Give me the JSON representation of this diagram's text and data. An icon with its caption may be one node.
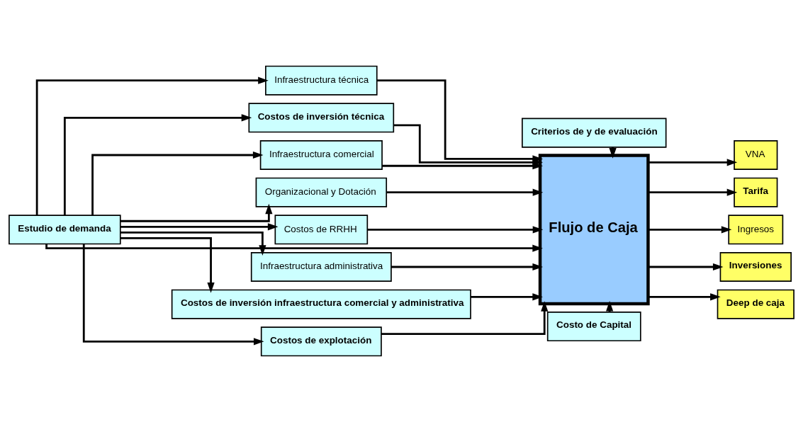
{
  "diagram": {
    "nodes": [
      {
        "text": [
          "Estudio de demanda"
        ]
      },
      {
        "text": [
          "Infraestructura técnica"
        ]
      },
      {
        "text": [
          "Costos de inversión técnica"
        ]
      },
      {
        "text": [
          "Infraestructura comercial"
        ]
      },
      {
        "text": [
          "Organizacional y Dotación"
        ]
      },
      {
        "text": [
          "Costos de RRHH"
        ]
      },
      {
        "text": [
          "Infraestructura administrativa"
        ]
      },
      {
        "text": [
          "Costos de inversión infraestructura comercial y administrativa"
        ]
      },
      {
        "text": [
          "Costos de explotación"
        ]
      },
      {
        "text": [
          "Criterios de y de evaluación"
        ]
      },
      {
        "text": [
          "Flujo de Caja"
        ]
      },
      {
        "text": [
          "Costo de Capital"
        ]
      },
      {
        "text": [
          "VNA"
        ]
      },
      {
        "text": [
          "Tarifa"
        ]
      },
      {
        "text": [
          "Ingresos"
        ]
      },
      {
        "text": [
          "Inversiones"
        ]
      },
      {
        "text": [
          "Deep de caja"
        ]
      }
    ],
    "edges": [
      {
        "from": 0,
        "to": 1,
        "arrow": "to"
      },
      {
        "from": 0,
        "to": 2,
        "arrow": "to"
      },
      {
        "from": 0,
        "to": 3,
        "arrow": "to"
      },
      {
        "from": 0,
        "to": 4,
        "arrow": "to"
      },
      {
        "from": 0,
        "to": 5,
        "arrow": "to"
      },
      {
        "from": 0,
        "to": 6,
        "arrow": "to"
      },
      {
        "from": 0,
        "to": 7,
        "arrow": "to"
      },
      {
        "from": 0,
        "to": 8,
        "arrow": "to"
      },
      {
        "from": 0,
        "to": 10,
        "arrow": "to"
      },
      {
        "from": 1,
        "to": 10,
        "arrow": "to"
      },
      {
        "from": 2,
        "to": 10,
        "arrow": "to"
      },
      {
        "from": 3,
        "to": 10,
        "arrow": "to"
      },
      {
        "from": 4,
        "to": 10,
        "arrow": "to"
      },
      {
        "from": 5,
        "to": 10,
        "arrow": "to"
      },
      {
        "from": 6,
        "to": 10,
        "arrow": "to"
      },
      {
        "from": 7,
        "to": 10,
        "arrow": "to"
      },
      {
        "from": 8,
        "to": 10,
        "arrow": "to"
      },
      {
        "from": 9,
        "to": 10,
        "arrow": "to"
      },
      {
        "from": 11,
        "to": 10,
        "arrow": "to"
      },
      {
        "from": 10,
        "to": 12,
        "arrow": "to"
      },
      {
        "from": 10,
        "to": 13,
        "arrow": "to"
      },
      {
        "from": 10,
        "to": 14,
        "arrow": "to"
      },
      {
        "from": 10,
        "to": 15,
        "arrow": "to"
      },
      {
        "from": 10,
        "to": 16,
        "arrow": "to"
      }
    ]
  }
}
